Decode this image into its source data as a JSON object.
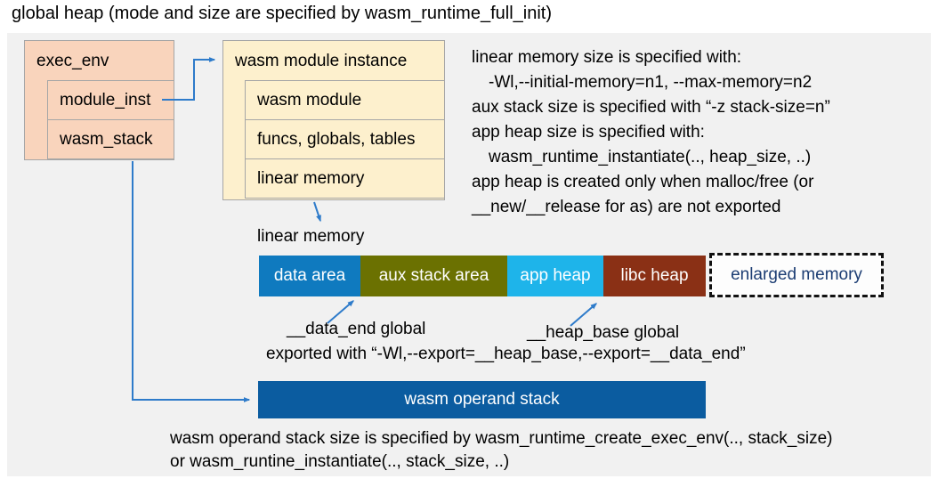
{
  "title": "global heap (mode and size are specified by wasm_runtime_full_init)",
  "exec_env": {
    "header": "exec_env",
    "rows": [
      "module_inst",
      "wasm_stack"
    ]
  },
  "module_instance": {
    "header": "wasm module instance",
    "rows": [
      "wasm module",
      "funcs, globals, tables",
      "linear memory"
    ]
  },
  "notes_right": [
    "linear memory size is specified with:",
    "-Wl,--initial-memory=n1, --max-memory=n2",
    "aux stack size is specified with “-z stack-size=n”",
    "app heap size is specified with:",
    "wasm_runtime_instantiate(.., heap_size, ..)",
    "app heap is created only when malloc/free (or",
    "__new/__release for as) are not exported"
  ],
  "linear_memory": {
    "label": "linear memory",
    "segments": [
      {
        "label": "data area",
        "color": "#0f7abf"
      },
      {
        "label": "aux stack area",
        "color": "#6b7101"
      },
      {
        "label": "app heap",
        "color": "#1eb4ea"
      },
      {
        "label": "libc heap",
        "color": "#8a3015"
      }
    ],
    "enlarged_label": "enlarged memory"
  },
  "annotations": {
    "data_end": "__data_end global",
    "heap_base": "__heap_base global",
    "exported": "exported with “-Wl,--export=__heap_base,--export=__data_end”"
  },
  "operand_stack": {
    "label": "wasm operand stack",
    "notes": [
      "wasm operand stack size is specified by wasm_runtime_create_exec_env(.., stack_size)",
      "or wasm_runtine_instantiate(.., stack_size, ..)"
    ]
  },
  "colors": {
    "panel_bg": "#f1f1f1",
    "exec_env_bg": "#f9d4bc",
    "module_instance_bg": "#fdf0cd",
    "box_border": "#a6a6a6",
    "operand_stack_bg": "#0b5ca0",
    "enlarged_text": "#1c3d73",
    "arrow": "#2e7bca"
  }
}
